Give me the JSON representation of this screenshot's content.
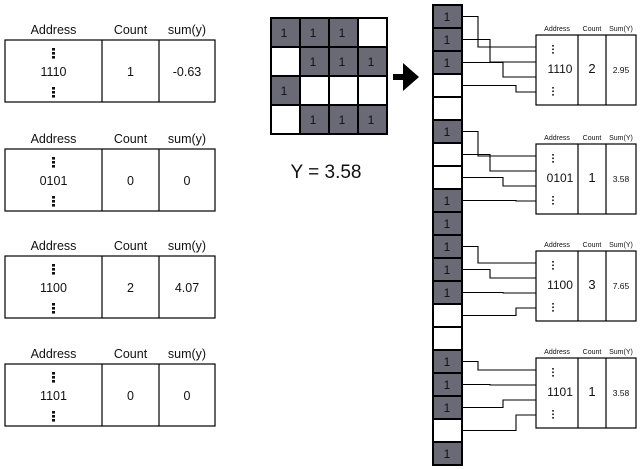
{
  "left_tables": [
    {
      "col_headers": [
        "Address",
        "Count",
        "sum(y)"
      ],
      "address": "1110",
      "count": "1",
      "sum": "-0.63"
    },
    {
      "col_headers": [
        "Address",
        "Count",
        "sum(y)"
      ],
      "address": "0101",
      "count": "0",
      "sum": "0"
    },
    {
      "col_headers": [
        "Address",
        "Count",
        "sum(y)"
      ],
      "address": "1100",
      "count": "2",
      "sum": "4.07"
    },
    {
      "col_headers": [
        "Address",
        "Count",
        "sum(y)"
      ],
      "address": "1101",
      "count": "0",
      "sum": "0"
    }
  ],
  "grid": {
    "rows": [
      [
        1,
        1,
        1,
        0
      ],
      [
        0,
        1,
        1,
        1
      ],
      [
        1,
        0,
        0,
        0
      ],
      [
        0,
        1,
        1,
        1
      ]
    ],
    "cell_label": "1",
    "y_label": "Y = 3.58"
  },
  "bit_column": [
    1,
    1,
    1,
    0,
    0,
    1,
    0,
    0,
    1,
    1,
    1,
    1,
    1,
    0,
    0,
    1,
    1,
    1,
    0,
    1
  ],
  "bit_label": "1",
  "right_tables": [
    {
      "col_headers": [
        "Address",
        "Count",
        "Sum(Y)"
      ],
      "address": "1110",
      "count": "2",
      "sum": "2.95"
    },
    {
      "col_headers": [
        "Address",
        "Count",
        "Sum(Y)"
      ],
      "address": "0101",
      "count": "1",
      "sum": "3.58"
    },
    {
      "col_headers": [
        "Address",
        "Count",
        "Sum(Y)"
      ],
      "address": "1100",
      "count": "3",
      "sum": "7.65"
    },
    {
      "col_headers": [
        "Address",
        "Count",
        "Sum(Y)"
      ],
      "address": "1101",
      "count": "1",
      "sum": "3.58"
    }
  ],
  "colors": {
    "filled": "#6a6a76",
    "stroke": "#000000",
    "empty": "#ffffff"
  }
}
